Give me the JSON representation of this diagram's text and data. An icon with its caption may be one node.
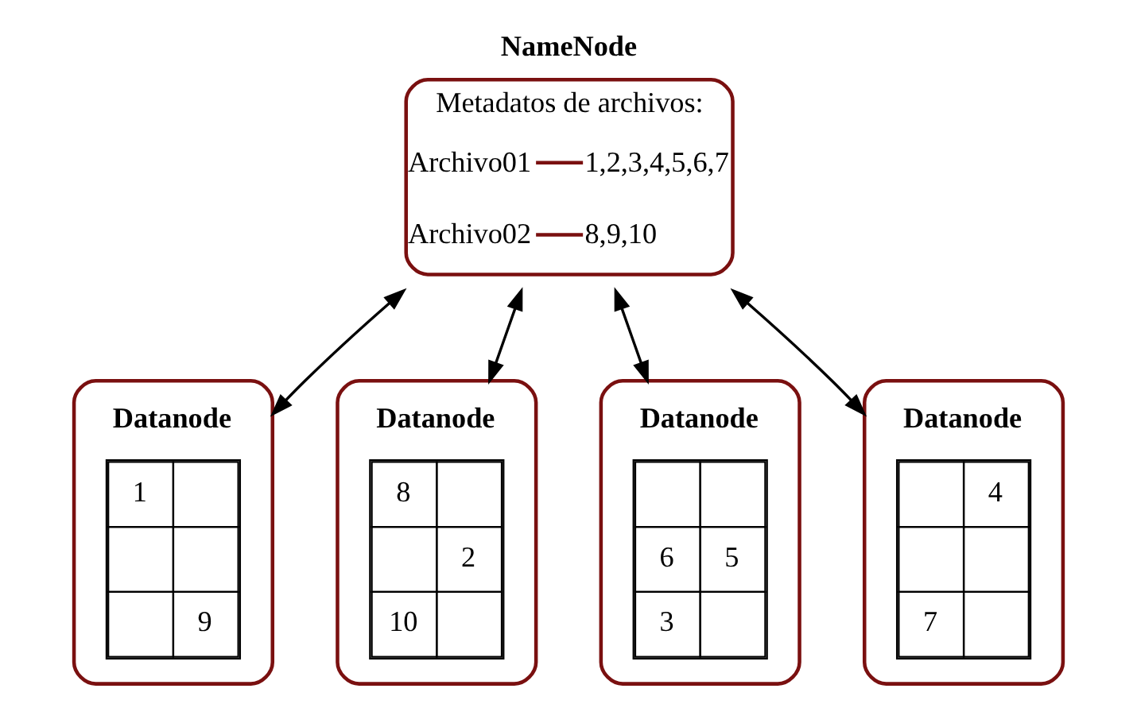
{
  "diagram": {
    "nodes": [
      {
        "text": [
          "NameNode",
          "Metadatos de archivos:",
          "Archivo01",
          "1,2,3,4,5,6,7",
          "Archivo02",
          "8,9,10"
        ]
      },
      {
        "text": [
          "Datanode",
          "1",
          "9"
        ]
      },
      {
        "text": [
          "Datanode",
          "8",
          "2",
          "10"
        ]
      },
      {
        "text": [
          "Datanode",
          "6",
          "5",
          "3"
        ]
      },
      {
        "text": [
          "Datanode",
          "4",
          "7"
        ]
      }
    ],
    "edges": [
      {
        "from": 0,
        "to": 1,
        "arrow": "both"
      },
      {
        "from": 0,
        "to": 2,
        "arrow": "both"
      },
      {
        "from": 0,
        "to": 3,
        "arrow": "both"
      },
      {
        "from": 0,
        "to": 4,
        "arrow": "both"
      }
    ]
  }
}
